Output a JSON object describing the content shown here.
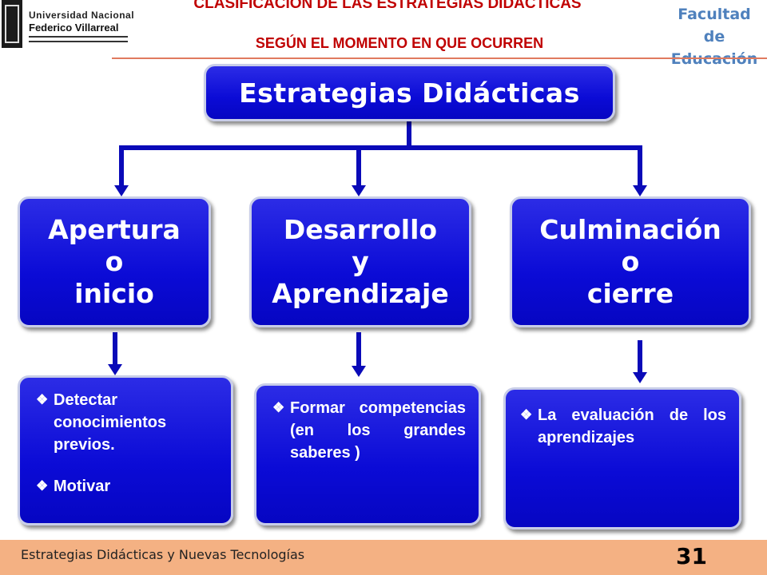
{
  "header": {
    "logo_line1": "Universidad Nacional",
    "logo_line2": "Federico Villarreal",
    "title_line1": "CLASIFICACIÓN DE LAS ESTRATEGIAS DIDÁCTICAS",
    "title_line2": "SEGÚN EL MOMENTO EN QUE OCURREN",
    "faculty_line1": "Facultad de",
    "faculty_line2": "Educación"
  },
  "diagram": {
    "root": "Estrategias Didácticas",
    "categories": [
      {
        "lines": [
          "Apertura",
          "o",
          "inicio"
        ]
      },
      {
        "lines": [
          "Desarrollo",
          "y",
          "Aprendizaje"
        ]
      },
      {
        "lines": [
          "Culminación",
          "o",
          "cierre"
        ]
      }
    ],
    "details": [
      {
        "items": [
          "Detectar conocimientos previos.",
          "Motivar"
        ]
      },
      {
        "items": [
          "Formar competencias (en los grandes saberes )"
        ]
      },
      {
        "items": [
          "La evaluación de los aprendizajes"
        ]
      }
    ],
    "bullet_glyph": "❖"
  },
  "footer": {
    "text": "Estrategias Didácticas y Nuevas Tecnologías",
    "page_number": "31"
  }
}
